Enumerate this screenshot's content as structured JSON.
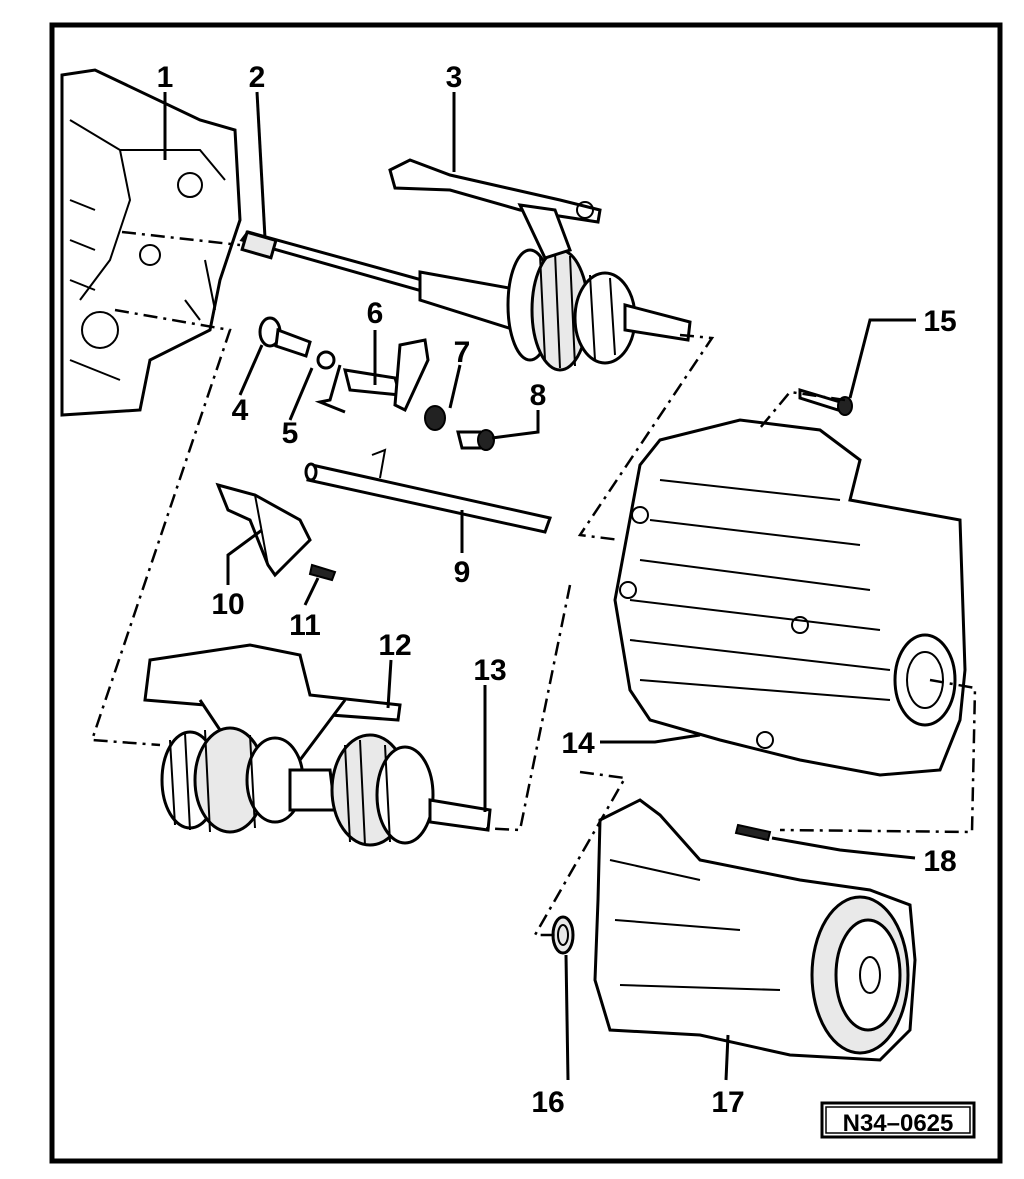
{
  "diagram": {
    "reference_code": "N34–0625",
    "callouts": [
      {
        "id": "1",
        "label": "1"
      },
      {
        "id": "2",
        "label": "2"
      },
      {
        "id": "3",
        "label": "3"
      },
      {
        "id": "4",
        "label": "4"
      },
      {
        "id": "5",
        "label": "5"
      },
      {
        "id": "6",
        "label": "6"
      },
      {
        "id": "7",
        "label": "7"
      },
      {
        "id": "8",
        "label": "8"
      },
      {
        "id": "9",
        "label": "9"
      },
      {
        "id": "10",
        "label": "10"
      },
      {
        "id": "11",
        "label": "11"
      },
      {
        "id": "12",
        "label": "12"
      },
      {
        "id": "13",
        "label": "13"
      },
      {
        "id": "14",
        "label": "14"
      },
      {
        "id": "15",
        "label": "15"
      },
      {
        "id": "16",
        "label": "16"
      },
      {
        "id": "17",
        "label": "17"
      },
      {
        "id": "18",
        "label": "18"
      }
    ]
  }
}
